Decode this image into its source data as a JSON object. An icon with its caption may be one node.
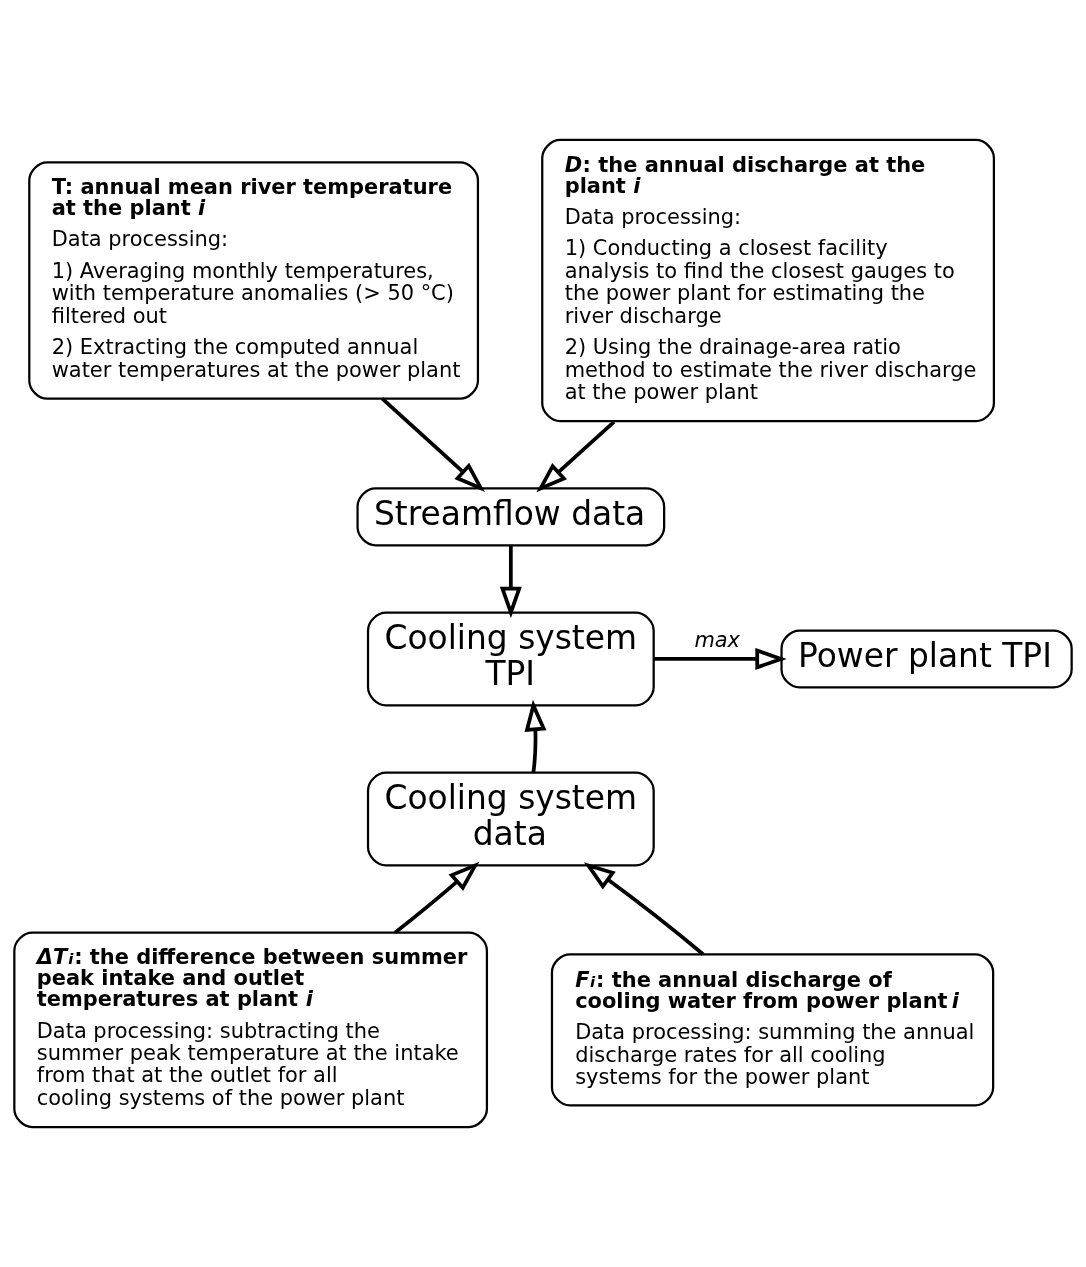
{
  "diagram": {
    "nodes": [
      {
        "text": [
          "T: annual mean river temperature at the plant *i*",
          "Data processing:",
          "1) Averaging monthly temperatures, with temperature anomalies (> 50 °C) filtered out",
          "2) Extracting the computed annual water temperatures at the power plant"
        ]
      },
      {
        "text": [
          "*D*: the annual discharge at the plant *i*",
          "Data processing:",
          "1) Conducting a closest facility analysis to find the closest gauges to the power plant for estimating the river discharge",
          "2) Using the drainage-area ratio method to estimate the river discharge at the power plant"
        ]
      },
      {
        "text": [
          "Streamflow data"
        ]
      },
      {
        "text": [
          "Cooling system TPI"
        ]
      },
      {
        "text": [
          "Power plant TPI"
        ]
      },
      {
        "text": [
          "Cooling system data"
        ]
      },
      {
        "text": [
          "*ΔT$_{i}$*: the difference between summer peak intake and outlet temperatures at plant *i*",
          "Data processing: subtracting the summer peak temperature at the intake from that at the outlet for all cooling systems of the power plant"
        ]
      },
      {
        "text": [
          "*F$_{i}$*: the annual discharge of cooling water from power plant *i*",
          "Data processing: summing the annual discharge rates for all cooling systems for the power plant"
        ]
      }
    ],
    "edges": [
      {
        "from": 0,
        "to": 2,
        "arrow": "to"
      },
      {
        "from": 1,
        "to": 2,
        "arrow": "to"
      },
      {
        "from": 2,
        "to": 3,
        "arrow": "to"
      },
      {
        "from": 3,
        "to": 4,
        "arrow": "to",
        "label": "max"
      },
      {
        "from": 6,
        "to": 5,
        "arrow": "to"
      },
      {
        "from": 7,
        "to": 5,
        "arrow": "to"
      },
      {
        "from": 5,
        "to": 3,
        "arrow": "to"
      }
    ]
  }
}
